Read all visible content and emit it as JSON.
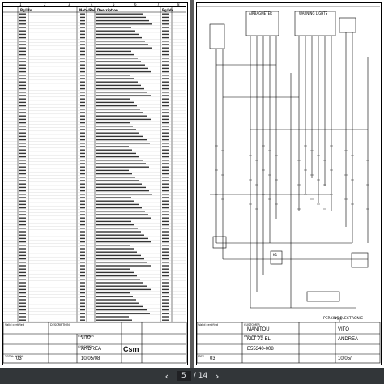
{
  "left_page": {
    "table_headers": {
      "col1": "Pg/Idx",
      "col2": "Note/Rel",
      "col3": "Description",
      "col4": "Pg/Idx"
    },
    "grid_numbers": [
      "1",
      "2",
      "3",
      "4",
      "5",
      "6",
      "7",
      "8"
    ],
    "title_block": {
      "customer_label": "CUSTOMER",
      "checked_label": "CHECKED",
      "checked_value": "ANDREA",
      "date": "10/05/08",
      "logo_text": "Csm",
      "title_label": "DESCRIPTION",
      "checked_name": "VITO",
      "sheet": "03",
      "code_label": "TOTAL WORK",
      "cert_text": "Valid certified"
    }
  },
  "right_page": {
    "labels": {
      "arrester": "AIRBAGMETER",
      "warning": "WARNING LIGHTS",
      "bottom_caption": "PERKINS ELECTRONIC",
      "relay_note": "K1"
    },
    "title_block": {
      "customer_label": "CUSTOMER",
      "customer_value": "MANITOU",
      "description_label": "DESCRIPTION",
      "model": "MLT 73 EL",
      "drawing_no": "E55340-008",
      "rev_label": "REV",
      "sheet": "03",
      "checked_value": "ANDREA",
      "designer": "VITO",
      "date": "10/05/",
      "cert_text": "Valid certified"
    }
  },
  "toolbar": {
    "current_page": "5",
    "total_pages": "/ 14",
    "prev_icon": "chevron-left-icon",
    "next_icon": "chevron-right-icon"
  },
  "colors": {
    "viewer_bg": "#5c5c5c",
    "toolbar_bg": "#323639",
    "line": "#000000"
  }
}
